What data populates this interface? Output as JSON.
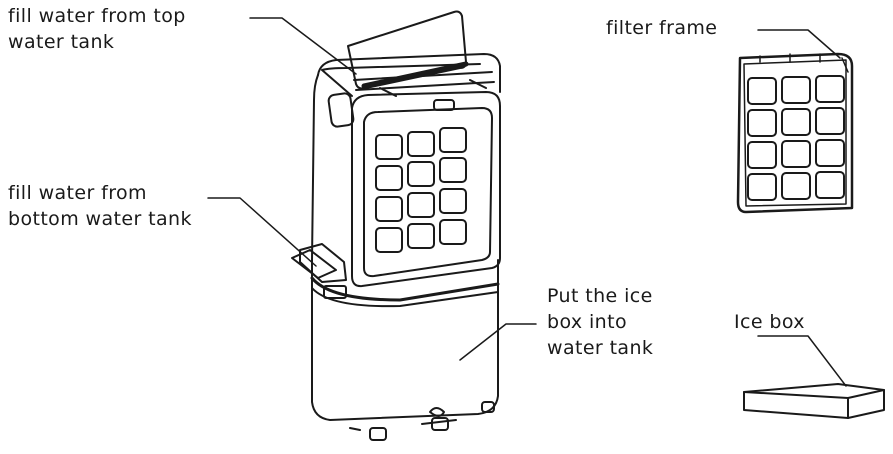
{
  "labels": {
    "top_tank": [
      "fill water from top",
      "water tank"
    ],
    "bottom_tank": [
      "fill water from",
      "bottom water tank"
    ],
    "filter_frame": "filter frame",
    "ice_instruction": [
      "Put the ice",
      "box into",
      "water tank"
    ],
    "ice_box": "Ice box"
  },
  "colors": {
    "line": "#1a1a1a",
    "background": "#ffffff"
  }
}
